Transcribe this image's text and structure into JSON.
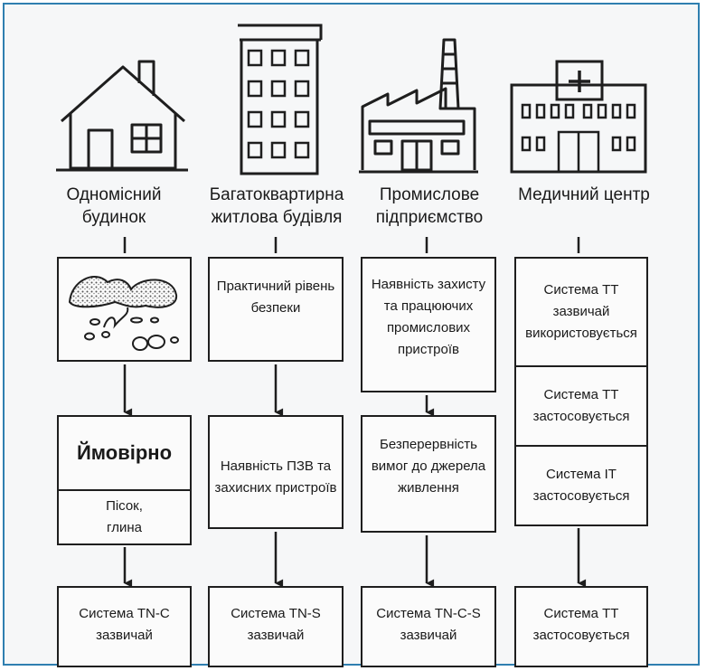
{
  "columns": [
    {
      "title": "Одномісний будинок",
      "icon": "house-icon",
      "box1": {
        "type": "image",
        "icon": "soil-stones-icon"
      },
      "box2": {
        "headline": "Ймовірно",
        "text": "Пісок, глина"
      },
      "box3": "Система TN-C зазвичай"
    },
    {
      "title": "Багатоквартирна житлова будівля",
      "icon": "apartment-building-icon",
      "box1": {
        "text": "Практичний рівень безпеки"
      },
      "box2": {
        "text": "Наявність ПЗВ та захисних пристроїв"
      },
      "box3": "Система TN-S зазвичай"
    },
    {
      "title": "Промислове підприємство",
      "icon": "factory-icon",
      "box1": {
        "text": "Наявність захисту та працюючих промислових пристроїв"
      },
      "box2": {
        "text": "Безперервність вимог до джерела живлення"
      },
      "box3": "Система TN-C-S зазвичай"
    },
    {
      "title": "Медичний центр",
      "icon": "hospital-icon",
      "box1": {
        "cells": [
          "Система TT зазвичай використовується",
          "Система TT застосовується",
          "Система IT застосовується"
        ]
      },
      "box3": "Система TT застосовується"
    }
  ],
  "colors": {
    "frame": "#2f7fb0",
    "line": "#1e1e1e",
    "background": "#f6f7f8"
  }
}
